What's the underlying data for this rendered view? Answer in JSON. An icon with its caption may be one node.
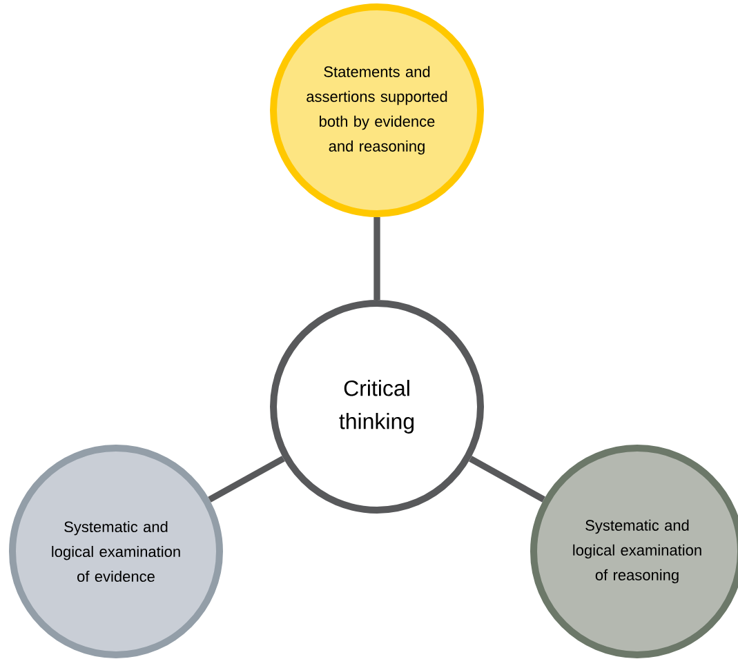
{
  "diagram": {
    "nodes": [
      {
        "text": [
          "Statements and assertions supported both by evidence and reasoning"
        ]
      },
      {
        "text": [
          "Critical thinking"
        ]
      },
      {
        "text": [
          "Systematic and logical examination of evidence"
        ]
      },
      {
        "text": [
          "Systematic and logical examination of reasoning"
        ]
      }
    ],
    "edges": [
      {
        "from": 1,
        "to": 0,
        "arrow": "none"
      },
      {
        "from": 1,
        "to": 2,
        "arrow": "none"
      },
      {
        "from": 1,
        "to": 3,
        "arrow": "none"
      }
    ]
  }
}
